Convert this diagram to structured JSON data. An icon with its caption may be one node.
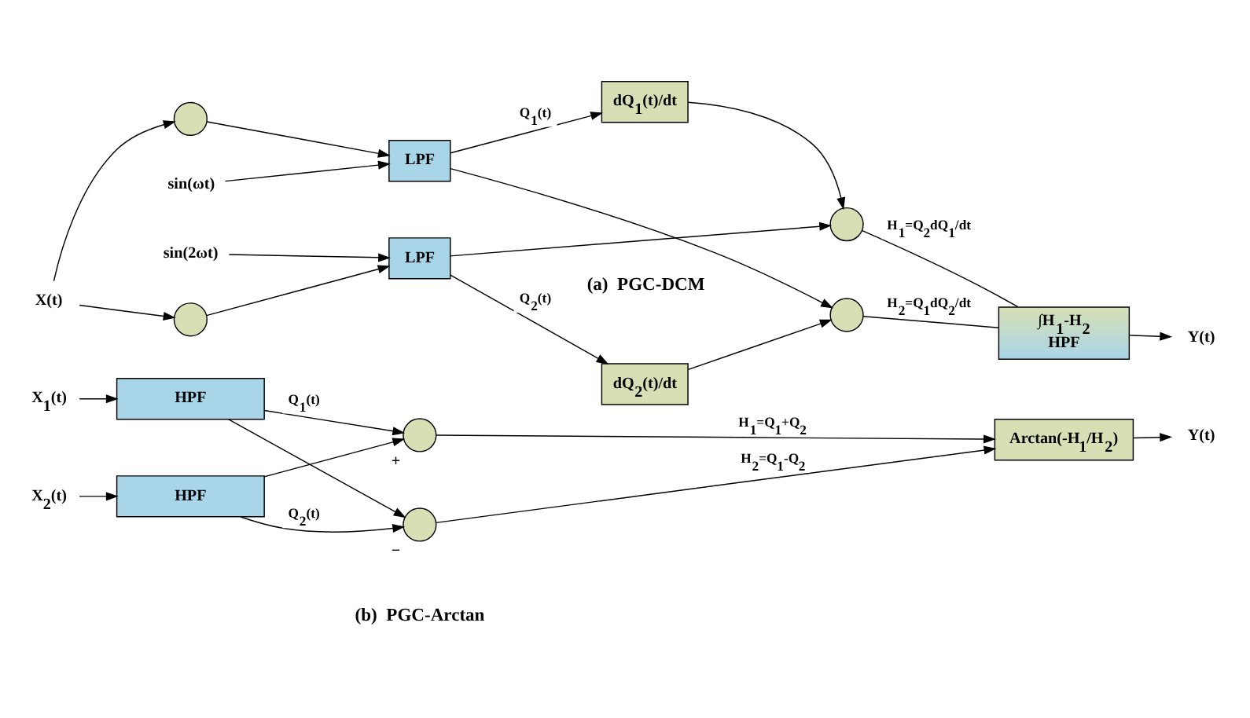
{
  "diagram": {
    "nodes": [
      {
        "text": [
          "X(t)"
        ]
      },
      {
        "text": [],
        "shape": "circle"
      },
      {
        "text": [],
        "shape": "circle"
      },
      {
        "text": [
          "LPF"
        ]
      },
      {
        "text": [
          "sin(ωt)"
        ]
      },
      {
        "text": [
          "sin(2ωt)"
        ]
      },
      {
        "text": [
          "LPF"
        ]
      },
      {
        "text": [
          "dQ$_{1}$(t)/dt"
        ]
      },
      {
        "text": [
          "dQ$_{2}$(t)/dt"
        ]
      },
      {
        "text": [],
        "shape": "circle"
      },
      {
        "text": [],
        "shape": "circle"
      },
      {
        "text": [
          "∫H$_{1}$-H$_{2}$",
          "HPF"
        ]
      },
      {
        "text": [
          "Y(t)"
        ]
      },
      {
        "text": [
          "X$_{1}$(t)"
        ]
      },
      {
        "text": [
          "X$_{2}$(t)"
        ]
      },
      {
        "text": [
          "HPF"
        ]
      },
      {
        "text": [
          "HPF"
        ]
      },
      {
        "text": [],
        "shape": "circle",
        "beside": [
          "+"
        ]
      },
      {
        "text": [],
        "shape": "circle",
        "beside": [
          "−"
        ]
      },
      {
        "text": [
          "Arctan(-H$_{1}$/H$_{2}$)"
        ]
      },
      {
        "text": [
          "Y(t)"
        ]
      }
    ],
    "edges": [
      {
        "from": 0,
        "to": 1,
        "arrow": "to"
      },
      {
        "from": 0,
        "to": 2,
        "arrow": "to"
      },
      {
        "from": 1,
        "to": 3,
        "arrow": "to"
      },
      {
        "from": 4,
        "to": 3,
        "arrow": "to"
      },
      {
        "from": 5,
        "to": 6,
        "arrow": "to"
      },
      {
        "from": 2,
        "to": 6,
        "arrow": "to"
      },
      {
        "from": 3,
        "to": 7,
        "arrow": "to",
        "label": "Q$_{1}$(t)"
      },
      {
        "from": 6,
        "to": 8,
        "arrow": "to",
        "label": "Q$_{2}$(t)"
      },
      {
        "from": 3,
        "to": 10,
        "arrow": "to"
      },
      {
        "from": 6,
        "to": 9,
        "arrow": "to"
      },
      {
        "from": 7,
        "to": 9,
        "arrow": "to"
      },
      {
        "from": 8,
        "to": 10,
        "arrow": "to"
      },
      {
        "from": 9,
        "to": 11,
        "arrow": "none",
        "label": "H$_{1}$=Q$_{2}$dQ$_{1}$/dt"
      },
      {
        "from": 10,
        "to": 11,
        "arrow": "none",
        "label": "H$_{2}$=Q$_{1}$dQ$_{2}$/dt"
      },
      {
        "from": 11,
        "to": 12,
        "arrow": "to"
      },
      {
        "from": 13,
        "to": 15,
        "arrow": "to"
      },
      {
        "from": 14,
        "to": 16,
        "arrow": "to"
      },
      {
        "from": 15,
        "to": 17,
        "arrow": "to",
        "label": "Q$_{1}$(t)"
      },
      {
        "from": 16,
        "to": 18,
        "arrow": "to",
        "label": "Q$_{2}$(t)"
      },
      {
        "from": 15,
        "to": 18,
        "arrow": "to"
      },
      {
        "from": 16,
        "to": 17,
        "arrow": "to"
      },
      {
        "from": 17,
        "to": 19,
        "arrow": "to",
        "label": "H$_{1}$=Q$_{1}$+Q$_{2}$"
      },
      {
        "from": 18,
        "to": 19,
        "arrow": "to",
        "label": "H$_{2}$=Q$_{1}$-Q$_{2}$"
      },
      {
        "from": 19,
        "to": 20,
        "arrow": "to"
      }
    ],
    "labels": [
      "(a)  PGC-DCM",
      "(b)  PGC-Arctan"
    ]
  }
}
